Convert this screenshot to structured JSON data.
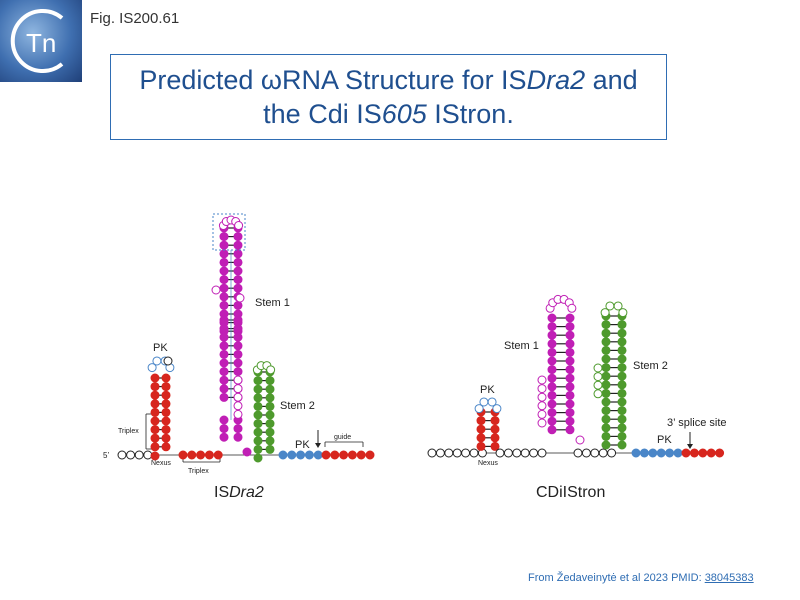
{
  "header": {
    "logo_text": "Tn",
    "figure_label": "Fig. IS200.61"
  },
  "title": {
    "line1_prefix": "Predicted ",
    "omega": "ω",
    "line1_mid": "RNA  Structure for IS",
    "line1_italic": "Dra2",
    "line1_suffix": " and",
    "line2_prefix": "the Cdi IS",
    "line2_italic": "605",
    "line2_suffix": " IStron."
  },
  "left_panel": {
    "caption_prefix": "IS",
    "caption_italic": "Dra2",
    "labels": {
      "pk_top": "PK",
      "stem1": "Stem 1",
      "stem2": "Stem 2",
      "pk_bottom": "PK",
      "guide": "guide",
      "triplex_left": "Triplex",
      "triplex_bottom": "Triplex",
      "nexus": "Nexus",
      "five_prime": "5’"
    }
  },
  "right_panel": {
    "caption": "CDiIStron",
    "labels": {
      "pk_top": "PK",
      "stem1": "Stem 1",
      "stem2": "Stem 2",
      "pk_bottom": "PK",
      "splice_site": "3’ splice site",
      "nexus": "Nexus"
    }
  },
  "citation": {
    "prefix": "From Žedaveinytė et al 2023 PMID: ",
    "pmid": "38045383"
  },
  "colors": {
    "title_blue": "#1f4f8f",
    "box_border": "#2f6db3",
    "red": "#d7261e",
    "magenta": "#c01fb5",
    "green": "#4e9a2d",
    "blue": "#4a86c8",
    "black": "#222222"
  }
}
